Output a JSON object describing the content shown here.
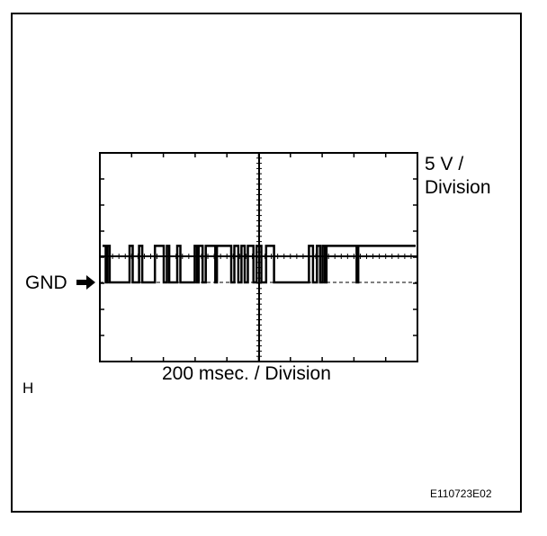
{
  "volt_per_division": [
    "5 V /",
    "Division"
  ],
  "time_per_division": "200 msec. / Division",
  "gnd_label": "GND",
  "marker_letter": "H",
  "figure_code": "E110723E02",
  "colors": {
    "line": "#000000",
    "background": "#ffffff"
  },
  "waveform": {
    "high_level_volts": 7,
    "low_level_volts": 0,
    "edges_ms": [
      0,
      20,
      30,
      45,
      170,
      190,
      230,
      250,
      330,
      385,
      405,
      420,
      470,
      490,
      580,
      595,
      605,
      630,
      650,
      710,
      720,
      810,
      830,
      855,
      875,
      895,
      915,
      950,
      970,
      1000,
      1030,
      1080,
      1300,
      1325,
      1350,
      1370,
      1385,
      1400,
      1410,
      1600,
      1610
    ]
  }
}
